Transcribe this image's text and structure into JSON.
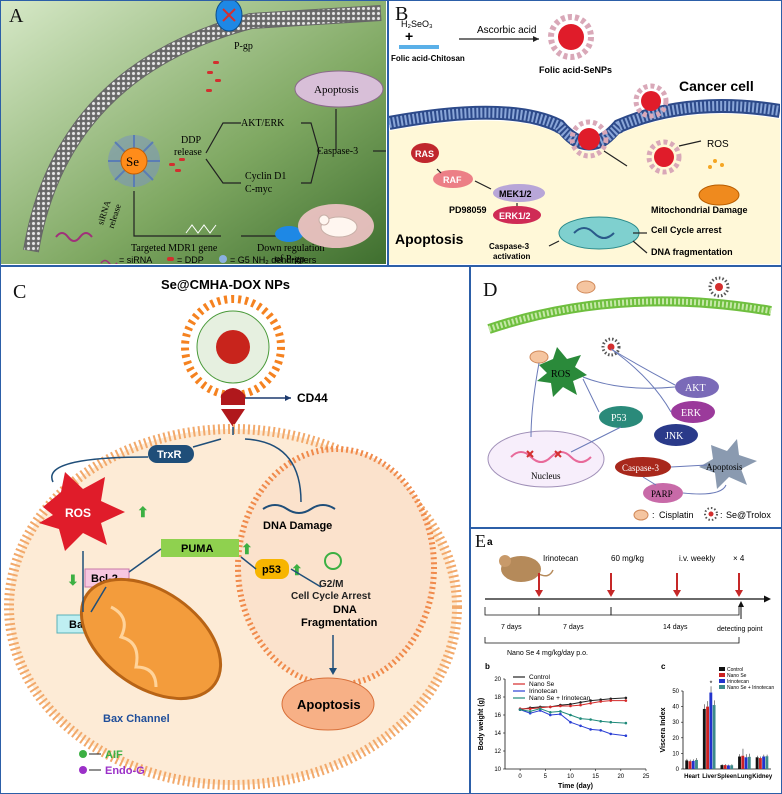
{
  "panelA": {
    "letter": "A",
    "pgp": "P-gp",
    "se": "Se",
    "ddp_release": [
      "DDP",
      "release"
    ],
    "akt_erk": "AKT/ERK",
    "cyclin": [
      "Cyclin D1",
      "C-myc"
    ],
    "caspase": "Caspase-3",
    "apoptosis": "Apoptosis",
    "sirna_release": [
      "siRNA",
      "release"
    ],
    "mdr1": "Targeted MDR1 gene",
    "down_reg": [
      "Down regulation",
      "of P-gp"
    ],
    "legend": [
      "= siRNA",
      "= DDP",
      "= G5 NH₂ dendrimers"
    ]
  },
  "panelB": {
    "letter": "B",
    "h2seo3": "H₂SeO₃",
    "plus": "+",
    "fa_chitosan": "Folic acid-Chitosan",
    "ascorbic": "Ascorbic acid",
    "fa_senps": "Folic acid-SeNPs",
    "cancer_cell": "Cancer cell",
    "ras": "RAS",
    "raf": "RAF",
    "mek": "MEK1/2",
    "pd": "PD98059",
    "erk": "ERK1/2",
    "ros": "ROS",
    "mito": "Mitochondrial Damage",
    "cycle": "Cell Cycle arrest",
    "apoptosis": "Apoptosis",
    "caspase": [
      "Caspase-3",
      "activation"
    ],
    "dna_frag": "DNA fragmentation"
  },
  "panelC": {
    "letter": "C",
    "title": "Se@CMHA-DOX NPs",
    "cd44": "CD44",
    "trxr": "TrxR",
    "ros": "ROS",
    "dna_damage": "DNA Damage",
    "puma": "PUMA",
    "p53": "p53",
    "bcl2": "Bcl-2",
    "g2m": [
      "G2/M",
      "Cell Cycle Arrest"
    ],
    "bax": "Bax",
    "dna_frag": [
      "DNA",
      "Fragmentation"
    ],
    "bax_channel": "Bax Channel",
    "apoptosis": "Apoptosis",
    "aif": "AIF",
    "endog": "Endo-G"
  },
  "panelD": {
    "letter": "D",
    "ros": "ROS",
    "akt": "AKT",
    "erk": "ERK",
    "p53": "P53",
    "jnk": "JNK",
    "caspase": "Caspase-3",
    "apoptosis": "Apoptosis",
    "nucleus": "Nucleus",
    "parp": "PARP",
    "legend_cis": "Cisplatin",
    "legend_se": "Se@Trolox"
  },
  "panelE": {
    "letter": "E",
    "sub_a": "a",
    "irinotecan": "Irinotecan",
    "dose": "60 mg/kg",
    "iv": "i.v. weekly",
    "times4": "× 4",
    "d1": "7 days",
    "d2": "7 days",
    "d3": "14 days",
    "detect": "detecting point",
    "nano_se": "Nano Se 4 mg/kg/day p.o.",
    "sub_b": "b",
    "sub_c": "c"
  },
  "chart_data": [
    {
      "type": "line",
      "xlabel": "Time (day)",
      "ylabel": "Body weight (g)",
      "xlim": [
        -3,
        25
      ],
      "ylim": [
        10,
        20
      ],
      "xticks": [
        0,
        5,
        10,
        15,
        20,
        25
      ],
      "yticks": [
        10,
        12,
        14,
        16,
        18,
        20
      ],
      "x": [
        0,
        2,
        4,
        6,
        8,
        10,
        12,
        14,
        16,
        18,
        21
      ],
      "series": [
        {
          "name": "Control",
          "color": "#222222",
          "values": [
            16.6,
            16.8,
            16.9,
            16.9,
            17.1,
            17.2,
            17.4,
            17.6,
            17.7,
            17.8,
            17.9
          ]
        },
        {
          "name": "Nano Se",
          "color": "#d42a2a",
          "values": [
            16.7,
            16.7,
            16.8,
            16.9,
            17.0,
            17.0,
            17.1,
            17.3,
            17.5,
            17.6,
            17.6
          ]
        },
        {
          "name": "Irinotecan",
          "color": "#2a3fd4",
          "values": [
            16.6,
            16.2,
            16.5,
            16.0,
            16.1,
            15.2,
            14.8,
            14.4,
            14.3,
            13.9,
            13.7
          ]
        },
        {
          "name": "Nano Se + Irinotecan",
          "color": "#1f8a7a",
          "values": [
            16.6,
            16.4,
            16.7,
            16.3,
            16.4,
            16.0,
            15.6,
            15.5,
            15.3,
            15.2,
            15.1
          ]
        }
      ],
      "legend": "top-left"
    },
    {
      "type": "bar",
      "ylabel": "Viscera Index",
      "ylim": [
        0,
        50
      ],
      "yticks": [
        0,
        10,
        20,
        30,
        40,
        50
      ],
      "categories": [
        "Heart",
        "Liver",
        "Spleen",
        "Lung",
        "Kidney"
      ],
      "series": [
        {
          "name": "Control",
          "color": "#111111",
          "values": [
            5.5,
            38.5,
            2.5,
            8.0,
            7.5
          ]
        },
        {
          "name": "Nano Se",
          "color": "#cc2222",
          "values": [
            5.0,
            40.0,
            2.5,
            8.5,
            7.0
          ]
        },
        {
          "name": "Irinotecan",
          "color": "#2233cc",
          "values": [
            5.2,
            49.0,
            2.3,
            7.5,
            8.0
          ]
        },
        {
          "name": "Nano Se + Irinotecan",
          "color": "#3c8a8a",
          "values": [
            5.8,
            41.0,
            2.4,
            7.8,
            8.2
          ]
        }
      ],
      "errors": [
        [
          1.0,
          3.0,
          0.6,
          1.5,
          1.0
        ],
        [
          1.0,
          3.5,
          0.6,
          4.5,
          1.0
        ],
        [
          1.0,
          4.0,
          0.5,
          2.0,
          1.2
        ],
        [
          1.2,
          3.0,
          0.6,
          2.0,
          1.0
        ]
      ],
      "annotation": "*",
      "legend": "top-right"
    }
  ]
}
